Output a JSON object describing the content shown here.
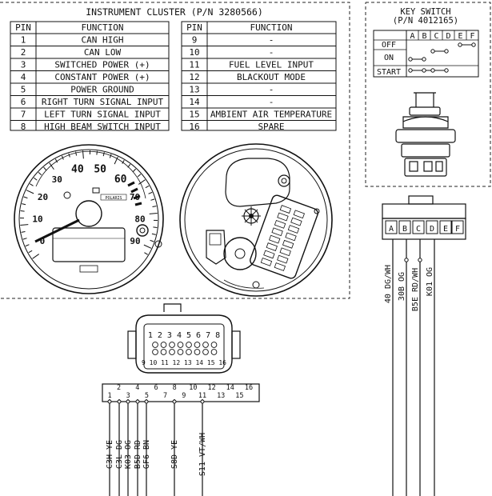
{
  "cluster": {
    "title": "INSTRUMENT CLUSTER (P/N 3280566)",
    "header_pin": "PIN",
    "header_function": "FUNCTION",
    "left_rows": [
      {
        "pin": "1",
        "func": "CAN HIGH"
      },
      {
        "pin": "2",
        "func": "CAN LOW"
      },
      {
        "pin": "3",
        "func": "SWITCHED POWER (+)"
      },
      {
        "pin": "4",
        "func": "CONSTANT POWER (+)"
      },
      {
        "pin": "5",
        "func": "POWER GROUND"
      },
      {
        "pin": "6",
        "func": "RIGHT TURN SIGNAL INPUT"
      },
      {
        "pin": "7",
        "func": "LEFT TURN SIGNAL INPUT"
      },
      {
        "pin": "8",
        "func": "HIGH BEAM SWITCH INPUT"
      }
    ],
    "right_rows": [
      {
        "pin": "9",
        "func": "-"
      },
      {
        "pin": "10",
        "func": "-"
      },
      {
        "pin": "11",
        "func": "FUEL LEVEL INPUT"
      },
      {
        "pin": "12",
        "func": "BLACKOUT MODE"
      },
      {
        "pin": "13",
        "func": "-"
      },
      {
        "pin": "14",
        "func": "-"
      },
      {
        "pin": "15",
        "func": "AMBIENT AIR TEMPERATURE"
      },
      {
        "pin": "16",
        "func": "SPARE"
      }
    ],
    "gauge_numbers": [
      "0",
      "10",
      "20",
      "30",
      "40",
      "50",
      "60",
      "70",
      "80",
      "90"
    ],
    "gauge_brand": "POLARIS"
  },
  "connector16": {
    "top_numbers": "1 2 3 4 5 6 7 8",
    "bottom_numbers": "9 10 11 12 13 14 15 16",
    "pin_numbers": [
      "1",
      "2",
      "3",
      "4",
      "5",
      "6",
      "7",
      "8",
      "9",
      "10",
      "11",
      "12",
      "13",
      "14",
      "15",
      "16"
    ],
    "wires": [
      {
        "pin": "1",
        "label": "C3H YE"
      },
      {
        "pin": "2",
        "label": "C3L DG"
      },
      {
        "pin": "3",
        "label": "K03 OG"
      },
      {
        "pin": "4",
        "label": "B5D RD"
      },
      {
        "pin": "5",
        "label": "GF6 BN"
      },
      {
        "pin": "8",
        "label": "S8D YE"
      },
      {
        "pin": "11",
        "label": "S11 VT/WH"
      }
    ]
  },
  "key_switch": {
    "title": "KEY SWITCH",
    "part_number": "(P/N 4012165)",
    "columns": [
      "A",
      "B",
      "C",
      "D",
      "E",
      "F"
    ],
    "positions": [
      "OFF",
      "ON",
      "START"
    ],
    "terminals": [
      "A",
      "B",
      "C",
      "D",
      "E",
      "F"
    ],
    "wires": [
      {
        "terminal": "A",
        "label": "40 DG/WH"
      },
      {
        "terminal": "B",
        "label": "30B OG"
      },
      {
        "terminal": "C",
        "label": "B5E RD/WH"
      },
      {
        "terminal": "D",
        "label": "K01 OG"
      }
    ]
  }
}
